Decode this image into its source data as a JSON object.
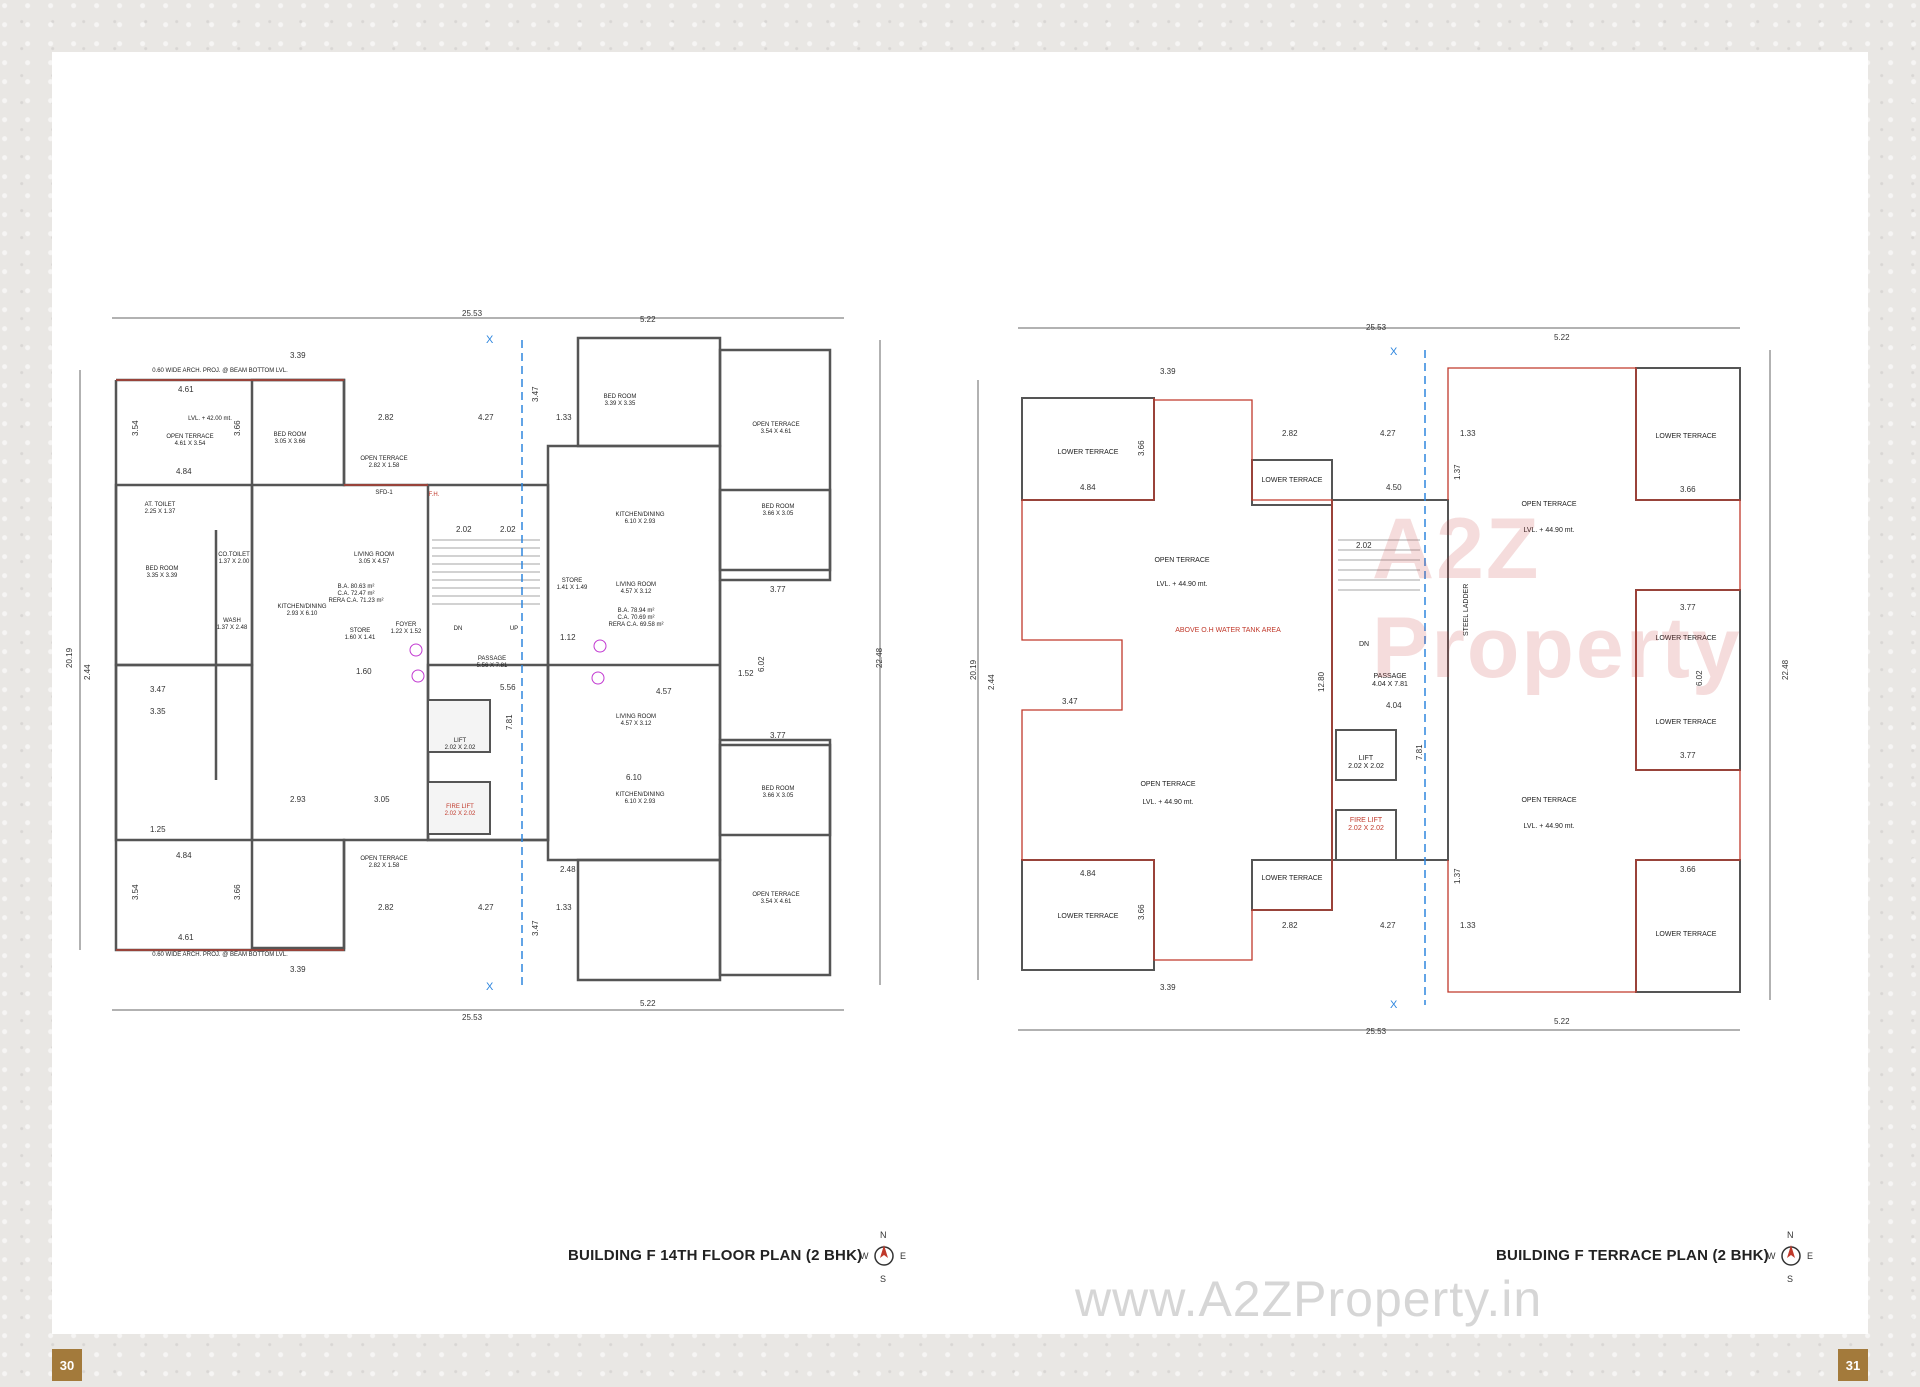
{
  "pages": {
    "left": "30",
    "right": "31"
  },
  "left_plan": {
    "title": "BUILDING F 14TH FLOOR PLAN (2 BHK)",
    "dims": {
      "overall_w": "25.53",
      "overall_h_left": "20.19",
      "overall_h_right": "22.48",
      "w_339": "3.39",
      "w_522": "5.22",
      "w_427": "4.27",
      "w_461": "4.61",
      "w_484": "4.84",
      "w_282": "2.82",
      "w_354": "3.54",
      "w_366": "3.66",
      "w_347": "3.47",
      "w_133": "1.33",
      "w_137": "1.37",
      "w_377": "3.77",
      "w_602": "6.02",
      "w_610": "6.10",
      "w_457": "4.57",
      "w_293": "2.93",
      "w_305": "3.05",
      "w_202": "2.02",
      "w_335": "3.35",
      "w_244": "2.44",
      "w_556": "5.56",
      "w_781": "7.81",
      "w_152": "1.52",
      "w_112": "1.12",
      "w_160": "1.60",
      "w_141": "1.41",
      "w_125": "1.25",
      "w_248": "2.48"
    },
    "rooms": {
      "bed_tl": "BED ROOM\n3.05 X 3.66",
      "bed_l": "BED ROOM\n3.35 X 3.39",
      "open_terr_tl": "OPEN TERRACE\n4.61 X 3.54",
      "lvl_42": "LVL. + 42.00 mt.",
      "at_toilet": "AT. TOILET\n2.25 X 1.37",
      "co_toilet": "CO.TOILET\n1.37 X 2.00",
      "wash": "WASH\n1.37 X 2.48",
      "kitchen": "KITCHEN/DINING\n2.93 X 6.10",
      "living": "LIVING ROOM\n3.05 X 4.57",
      "store": "STORE\n1.60 X 1.41",
      "foyer": "FOYER\n1.22 X 1.52",
      "passage": "PASSAGE\n5.56 X 7.81",
      "lift": "LIFT\n2.02 X 2.02",
      "fire_lift": "FIRE LIFT\n2.02 X 2.02",
      "bed_r": "BED ROOM\n3.39 X 3.35",
      "bed_r2": "BED ROOM\n3.66 X 3.05",
      "kitchen_r": "KITCHEN/DINING\n6.10 X 2.93",
      "living_r": "LIVING ROOM\n4.57 X 3.12",
      "store_r": "STORE\n1.41 X 1.49",
      "open_terr_r": "OPEN TERRACE\n3.54 X 4.61",
      "open_terr_small": "OPEN TERRACE\n2.82 X 1.58",
      "arch_proj": "0.60 WIDE ARCH. PROJ. @ BEAM BOTTOM LVL.",
      "area_l": "B.A. 80.63 m²\nC.A. 72.47 m²\nRERA C.A. 71.23 m²",
      "area_r": "B.A. 78.94 m²\nC.A. 70.69 m²\nRERA C.A. 69.58 m²",
      "dn": "DN",
      "up": "UP",
      "fh": "F.H.",
      "sfd": "SFD-1",
      "x": "X"
    }
  },
  "right_plan": {
    "title": "BUILDING F TERRACE PLAN (2 BHK)",
    "open_terrace": "OPEN TERRACE",
    "lvl_44": "LVL. + 44.90 mt.",
    "lower_terrace": "LOWER TERRACE",
    "above_tank": "ABOVE O.H WATER TANK AREA",
    "passage": "PASSAGE\n4.04 X 7.81",
    "lift": "LIFT\n2.02 X 2.02",
    "fire_lift": "FIRE LIFT\n2.02 X 2.02",
    "steel_ladder": "STEEL LADDER",
    "dims": {
      "overall_w": "25.53",
      "overall_h_left": "20.19",
      "overall_h_right": "22.48",
      "d339": "3.39",
      "d522": "5.22",
      "d282": "2.82",
      "d427": "4.27",
      "d484": "4.84",
      "d366": "3.66",
      "d377": "3.77",
      "d347": "3.47",
      "d133": "1.33",
      "d137": "1.37",
      "d450": "4.50",
      "d404": "4.04",
      "d781": "7.81",
      "d602": "6.02",
      "d1280": "12.80",
      "d244": "2.44",
      "d202": "2.02"
    }
  },
  "compass": {
    "n": "N",
    "s": "S",
    "e": "E",
    "w": "W"
  },
  "watermark": {
    "logo": "A2Z Property",
    "url": "www.A2ZProperty.in"
  },
  "colors": {
    "wall": "#555555",
    "red_line": "#c0392b",
    "blue_axis": "#2e86de",
    "accent": "#a37a3b"
  }
}
